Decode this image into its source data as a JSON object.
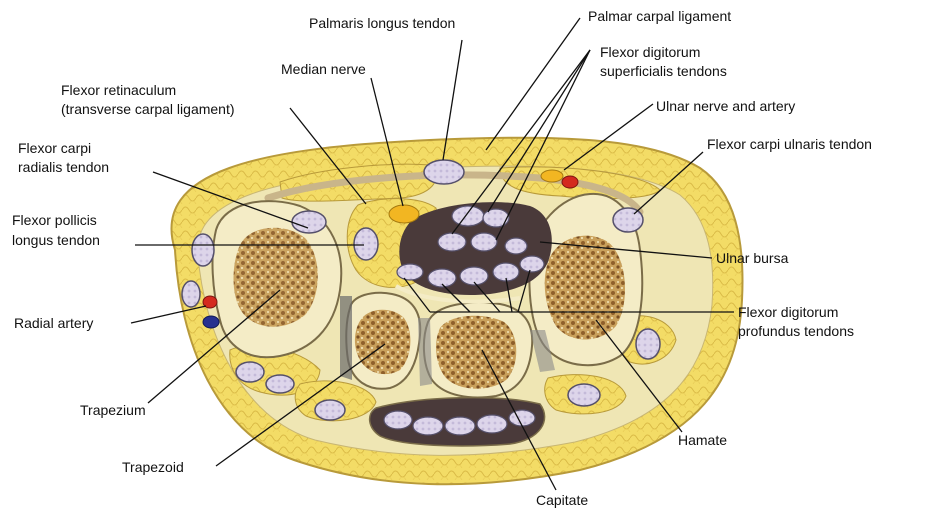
{
  "labels": {
    "palmaris_longus_tendon": "Palmaris longus tendon",
    "palmar_carpal_ligament": "Palmar carpal ligament",
    "flexor_digitorum_superficialis_1": "Flexor digitorum",
    "flexor_digitorum_superficialis_2": "superficialis tendons",
    "median_nerve": "Median nerve",
    "flexor_retinaculum_1": "Flexor retinaculum",
    "flexor_retinaculum_2": "(transverse carpal ligament)",
    "ulnar_nerve_and_artery": "Ulnar nerve and artery",
    "flexor_carpi_radialis_1": "Flexor carpi",
    "flexor_carpi_radialis_2": "radialis tendon",
    "flexor_carpi_ulnaris_tendon": "Flexor carpi ulnaris tendon",
    "flexor_pollicis_longus_1": "Flexor pollicis",
    "flexor_pollicis_longus_2": "longus tendon",
    "ulnar_bursa": "Ulnar bursa",
    "radial_artery": "Radial artery",
    "flexor_digitorum_profundus_1": "Flexor digitorum",
    "flexor_digitorum_profundus_2": "profundus tendons",
    "trapezium": "Trapezium",
    "hamate": "Hamate",
    "trapezoid": "Trapezoid",
    "capitate": "Capitate"
  },
  "colors": {
    "fat": "#f3dc66",
    "fat_outline": "#b89a3a",
    "tissue": "#efe6b4",
    "bone": "#f4ecc6",
    "bone_spongy": "#a9783c",
    "tendon": "#ddd5ea",
    "tendon_outline": "#55506a",
    "bursa": "#4a3a3a",
    "nerve": "#f2b622",
    "artery": "#d42a1e",
    "vein": "#27318f"
  }
}
